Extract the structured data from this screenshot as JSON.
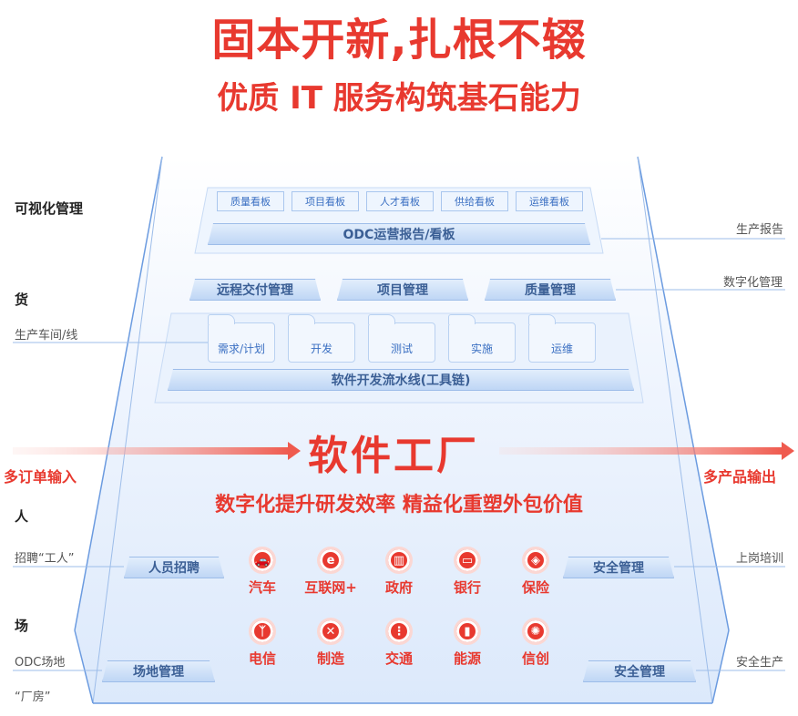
{
  "title": "固本开新,扎根不辍",
  "subtitle": "优质 IT 服务构筑基石能力",
  "left_labels": {
    "visual_mgmt": "可视化管理",
    "goods": "货",
    "workshop": "生产车间/线",
    "people": "人",
    "recruit": "招聘“工人”",
    "site": "场",
    "odc_site": "ODC场地",
    "factory": "“厂房”"
  },
  "right_labels": {
    "report": "生产报告",
    "digital_mgmt": "数字化管理",
    "training": "上岗培训",
    "safety": "安全生产"
  },
  "dashboards": [
    "质量看板",
    "项目看板",
    "人才看板",
    "供给看板",
    "运维看板"
  ],
  "odc_bar": "ODC运营报告/看板",
  "mgmt_bars": [
    "远程交付管理",
    "项目管理",
    "质量管理"
  ],
  "pipeline_folders": [
    "需求/计划",
    "开发",
    "测试",
    "实施",
    "运维"
  ],
  "pipeline_bar": "软件开发流水线(工具链)",
  "center_title": "软件工厂",
  "input_label": "多订单输入",
  "output_label": "多产品输出",
  "slogan": "数字化提升研发效率   精益化重塑外包价值",
  "recruit_bar": "人员招聘",
  "site_bar": "场地管理",
  "safety_bar_1": "安全管理",
  "safety_bar_2": "安全管理",
  "industries": [
    {
      "name": "汽车",
      "icon": "car-icon",
      "glyph": "🚗"
    },
    {
      "name": "互联网+",
      "icon": "internet-icon",
      "glyph": "e"
    },
    {
      "name": "政府",
      "icon": "government-icon",
      "glyph": "▥"
    },
    {
      "name": "银行",
      "icon": "bank-card-icon",
      "glyph": "▭"
    },
    {
      "name": "保险",
      "icon": "shield-icon",
      "glyph": "◈"
    },
    {
      "name": "电信",
      "icon": "signal-tower-icon",
      "glyph": "ᛉ"
    },
    {
      "name": "制造",
      "icon": "tools-icon",
      "glyph": "✕"
    },
    {
      "name": "交通",
      "icon": "traffic-light-icon",
      "glyph": "⋮"
    },
    {
      "name": "能源",
      "icon": "battery-icon",
      "glyph": "▮"
    },
    {
      "name": "信创",
      "icon": "lightbulb-icon",
      "glyph": "✺"
    }
  ],
  "colors": {
    "accent": "#e8392f",
    "primary_blue": "#3a6fc2",
    "line_blue": "#6b9be0"
  }
}
